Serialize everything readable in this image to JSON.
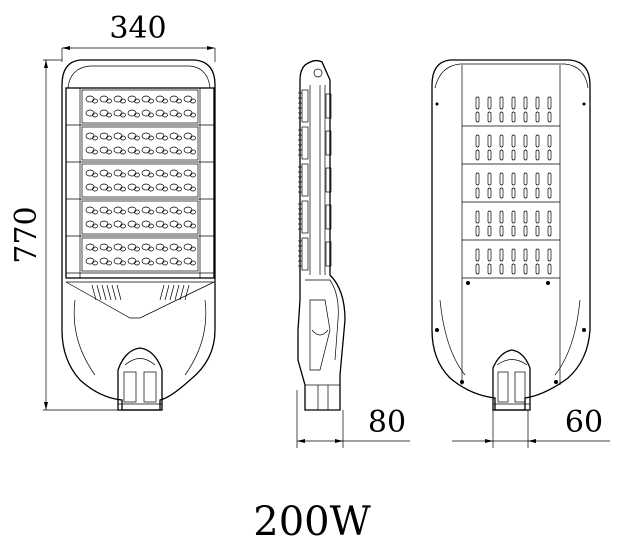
{
  "dimensions": {
    "width_label": "340",
    "height_label": "770",
    "side_depth_label": "80",
    "back_depth_label": "60"
  },
  "title": "200W",
  "views": {
    "front": {
      "led_modules": 5,
      "leds_per_row": 8
    },
    "back": {
      "fin_rows": 5,
      "slots_per_row": 7
    }
  }
}
